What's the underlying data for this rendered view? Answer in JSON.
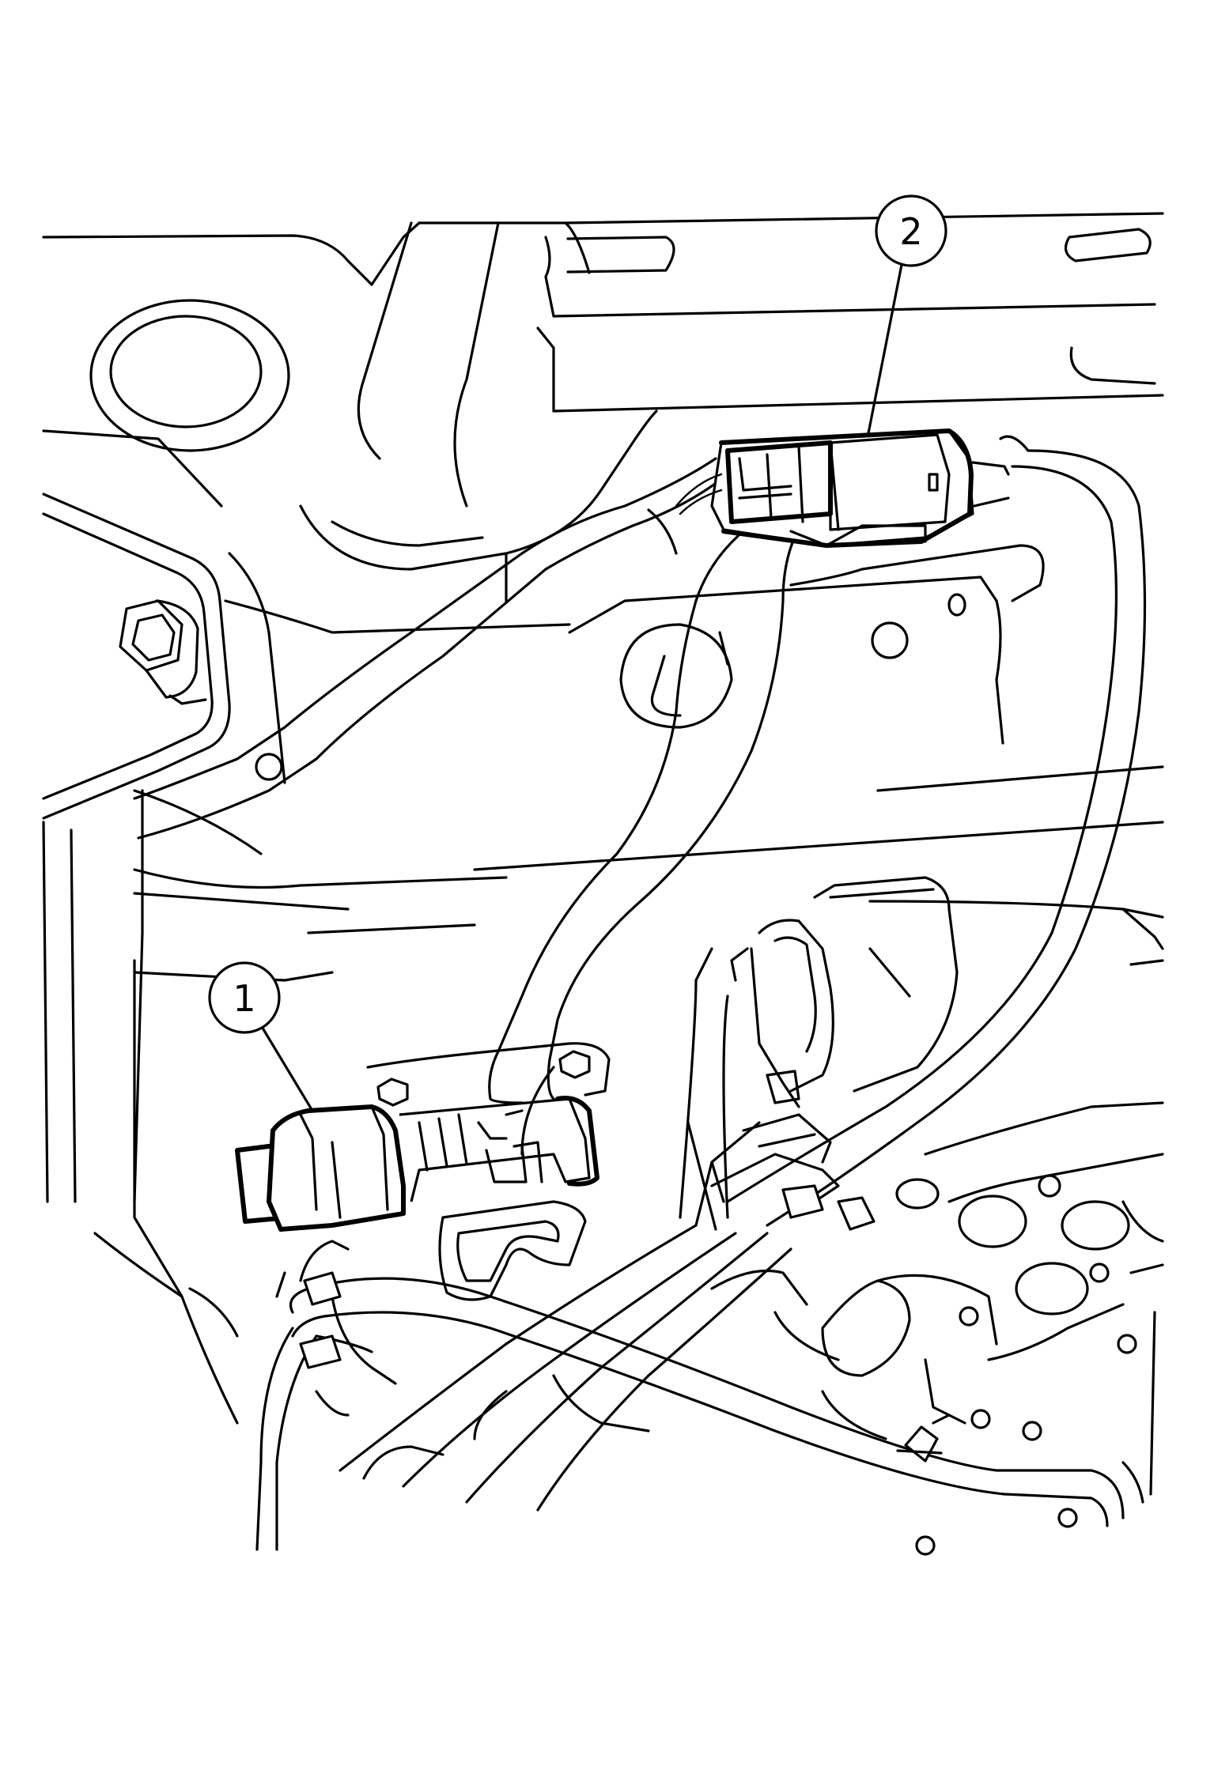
{
  "callouts": [
    {
      "id": "connector-1",
      "label": "1"
    },
    {
      "id": "connector-2",
      "label": "2"
    }
  ],
  "colors": {
    "line": "#000000",
    "background": "#ffffff"
  }
}
